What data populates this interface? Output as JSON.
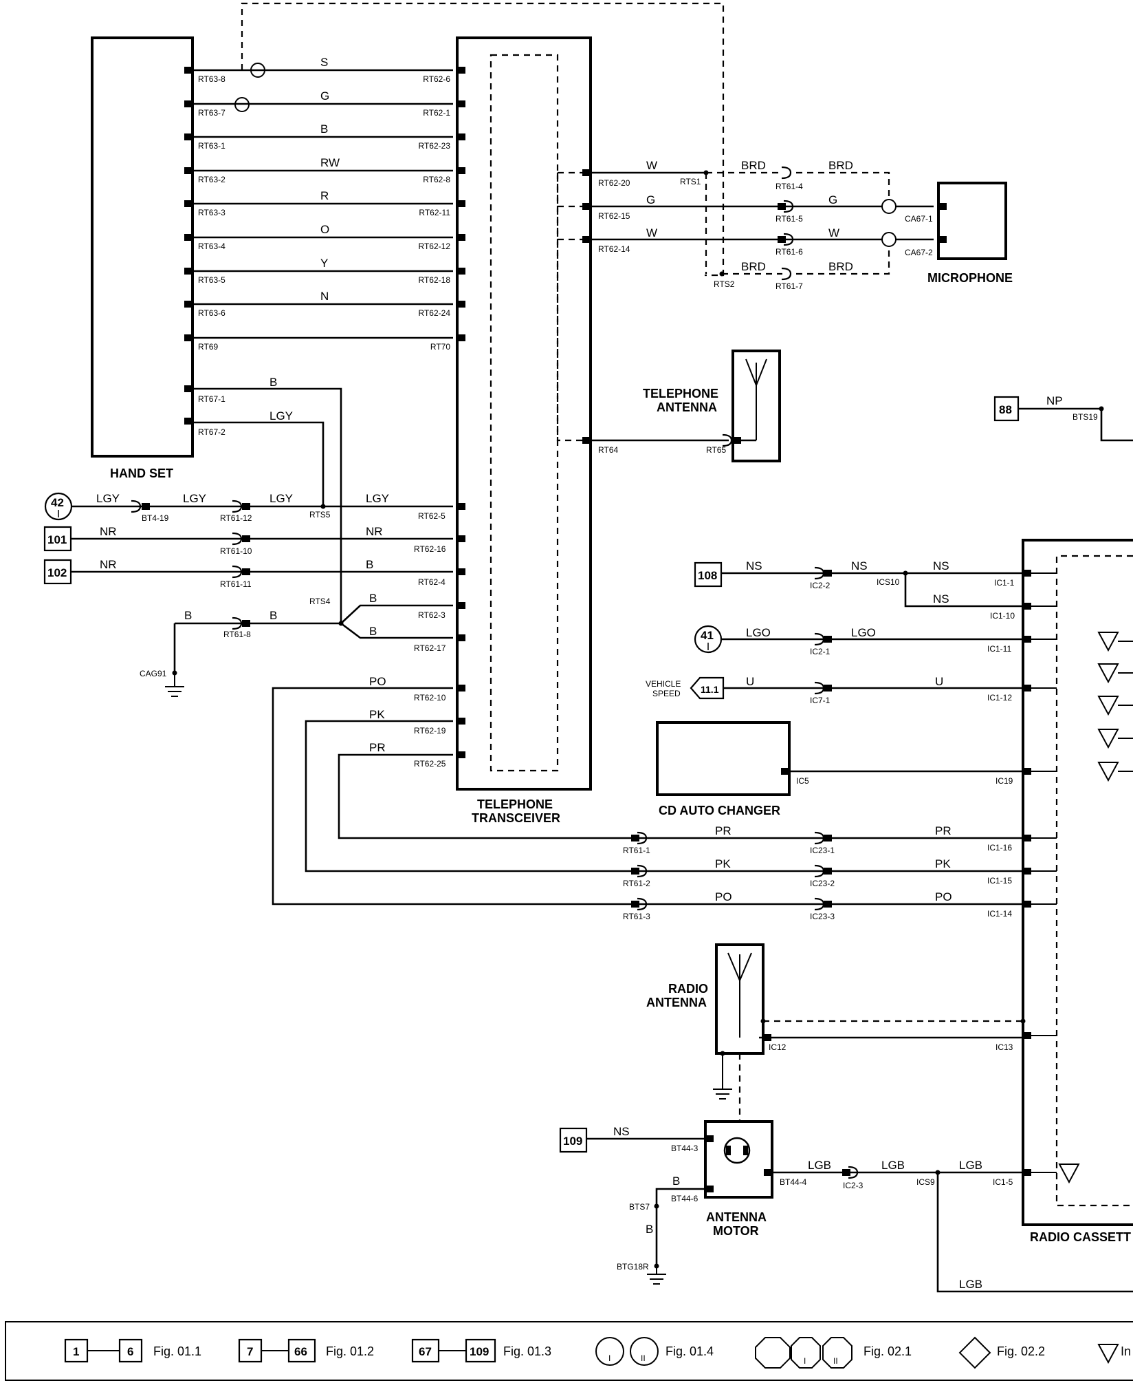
{
  "components": {
    "handset": "HAND SET",
    "transceiver_1": "TELEPHONE",
    "transceiver_2": "TRANSCEIVER",
    "microphone": "MICROPHONE",
    "tel_antenna_1": "TELEPHONE",
    "tel_antenna_2": "ANTENNA",
    "cd_changer": "CD AUTO CHANGER",
    "radio_antenna_1": "RADIO",
    "radio_antenna_2": "ANTENNA",
    "antenna_motor_1": "ANTENNA",
    "antenna_motor_2": "MOTOR",
    "radio_cassette": "RADIO CASSETT",
    "vehicle_speed_1": "VEHICLE",
    "vehicle_speed_2": "SPEED"
  },
  "refs": {
    "r42": "42",
    "r101": "101",
    "r102": "102",
    "r108": "108",
    "r41": "41",
    "r111": "11.1",
    "r109": "109",
    "r88": "88"
  },
  "handset_rows": [
    {
      "left": "RT63-8",
      "right": "RT62-6",
      "color": "S"
    },
    {
      "left": "RT63-7",
      "right": "RT62-1",
      "color": "G"
    },
    {
      "left": "RT63-1",
      "right": "RT62-23",
      "color": "B"
    },
    {
      "left": "RT63-2",
      "right": "RT62-8",
      "color": "RW"
    },
    {
      "left": "RT63-3",
      "right": "RT62-11",
      "color": "R"
    },
    {
      "left": "RT63-4",
      "right": "RT62-12",
      "color": "O"
    },
    {
      "left": "RT63-5",
      "right": "RT62-18",
      "color": "Y"
    },
    {
      "left": "RT63-6",
      "right": "RT62-24",
      "color": "N"
    },
    {
      "left": "RT69",
      "right": "RT70",
      "color": ""
    }
  ],
  "pins": {
    "rt67_1": "RT67-1",
    "rt67_2": "RT67-2",
    "bt4_19": "BT4-19",
    "rt61_12": "RT61-12",
    "rts5": "RTS5",
    "rt62_5": "RT62-5",
    "rt61_10": "RT61-10",
    "rt62_16": "RT62-16",
    "rt61_11": "RT61-11",
    "rt62_4": "RT62-4",
    "rts4": "RTS4",
    "rt62_3": "RT62-3",
    "rt62_17": "RT62-17",
    "rt61_8": "RT61-8",
    "cag91": "CAG91",
    "rt62_10": "RT62-10",
    "rt62_19": "RT62-19",
    "rt62_25": "RT62-25",
    "rt62_20": "RT62-20",
    "rts1": "RTS1",
    "rt61_4": "RT61-4",
    "rt62_15": "RT62-15",
    "rt61_5": "RT61-5",
    "ca67_1": "CA67-1",
    "rt62_14": "RT62-14",
    "rt61_6": "RT61-6",
    "ca67_2": "CA67-2",
    "rts2": "RTS2",
    "rt61_7": "RT61-7",
    "rt64": "RT64",
    "rt65": "RT65",
    "bts19": "BTS19",
    "ic2_2": "IC2-2",
    "ics10": "ICS10",
    "ic1_1": "IC1-1",
    "ic1_10": "IC1-10",
    "ic2_1": "IC2-1",
    "ic1_11": "IC1-11",
    "ic7_1": "IC7-1",
    "ic1_12": "IC1-12",
    "ic5": "IC5",
    "ic19": "IC19",
    "rt61_1": "RT61-1",
    "ic23_1": "IC23-1",
    "ic1_16": "IC1-16",
    "rt61_2": "RT61-2",
    "ic23_2": "IC23-2",
    "ic1_15": "IC1-15",
    "rt61_3": "RT61-3",
    "ic23_3": "IC23-3",
    "ic1_14": "IC1-14",
    "ic12": "IC12",
    "ic13": "IC13",
    "bt44_3": "BT44-3",
    "bt44_6": "BT44-6",
    "bt44_4": "BT44-4",
    "bts7": "BTS7",
    "btg18r": "BTG18R",
    "ic2_3": "IC2-3",
    "ics9": "ICS9",
    "ic1_5": "IC1-5"
  },
  "wires": {
    "b": "B",
    "lgy": "LGY",
    "nr": "NR",
    "po": "PO",
    "pk": "PK",
    "pr": "PR",
    "w": "W",
    "g": "G",
    "brd": "BRD",
    "np": "NP",
    "ns": "NS",
    "lgo": "LGO",
    "u": "U",
    "lgb": "LGB"
  },
  "legend": {
    "a1": "1",
    "a2": "6",
    "a_fig": "Fig. 01.1",
    "b1": "7",
    "b2": "66",
    "b_fig": "Fig. 01.2",
    "c1": "67",
    "c2": "109",
    "c_fig": "Fig. 01.3",
    "d_i": "I",
    "d_ii": "II",
    "d_fig": "Fig. 01.4",
    "e_i": "I",
    "e_ii": "II",
    "e_fig": "Fig. 02.1",
    "f_fig": "Fig. 02.2",
    "g_text": "In"
  }
}
